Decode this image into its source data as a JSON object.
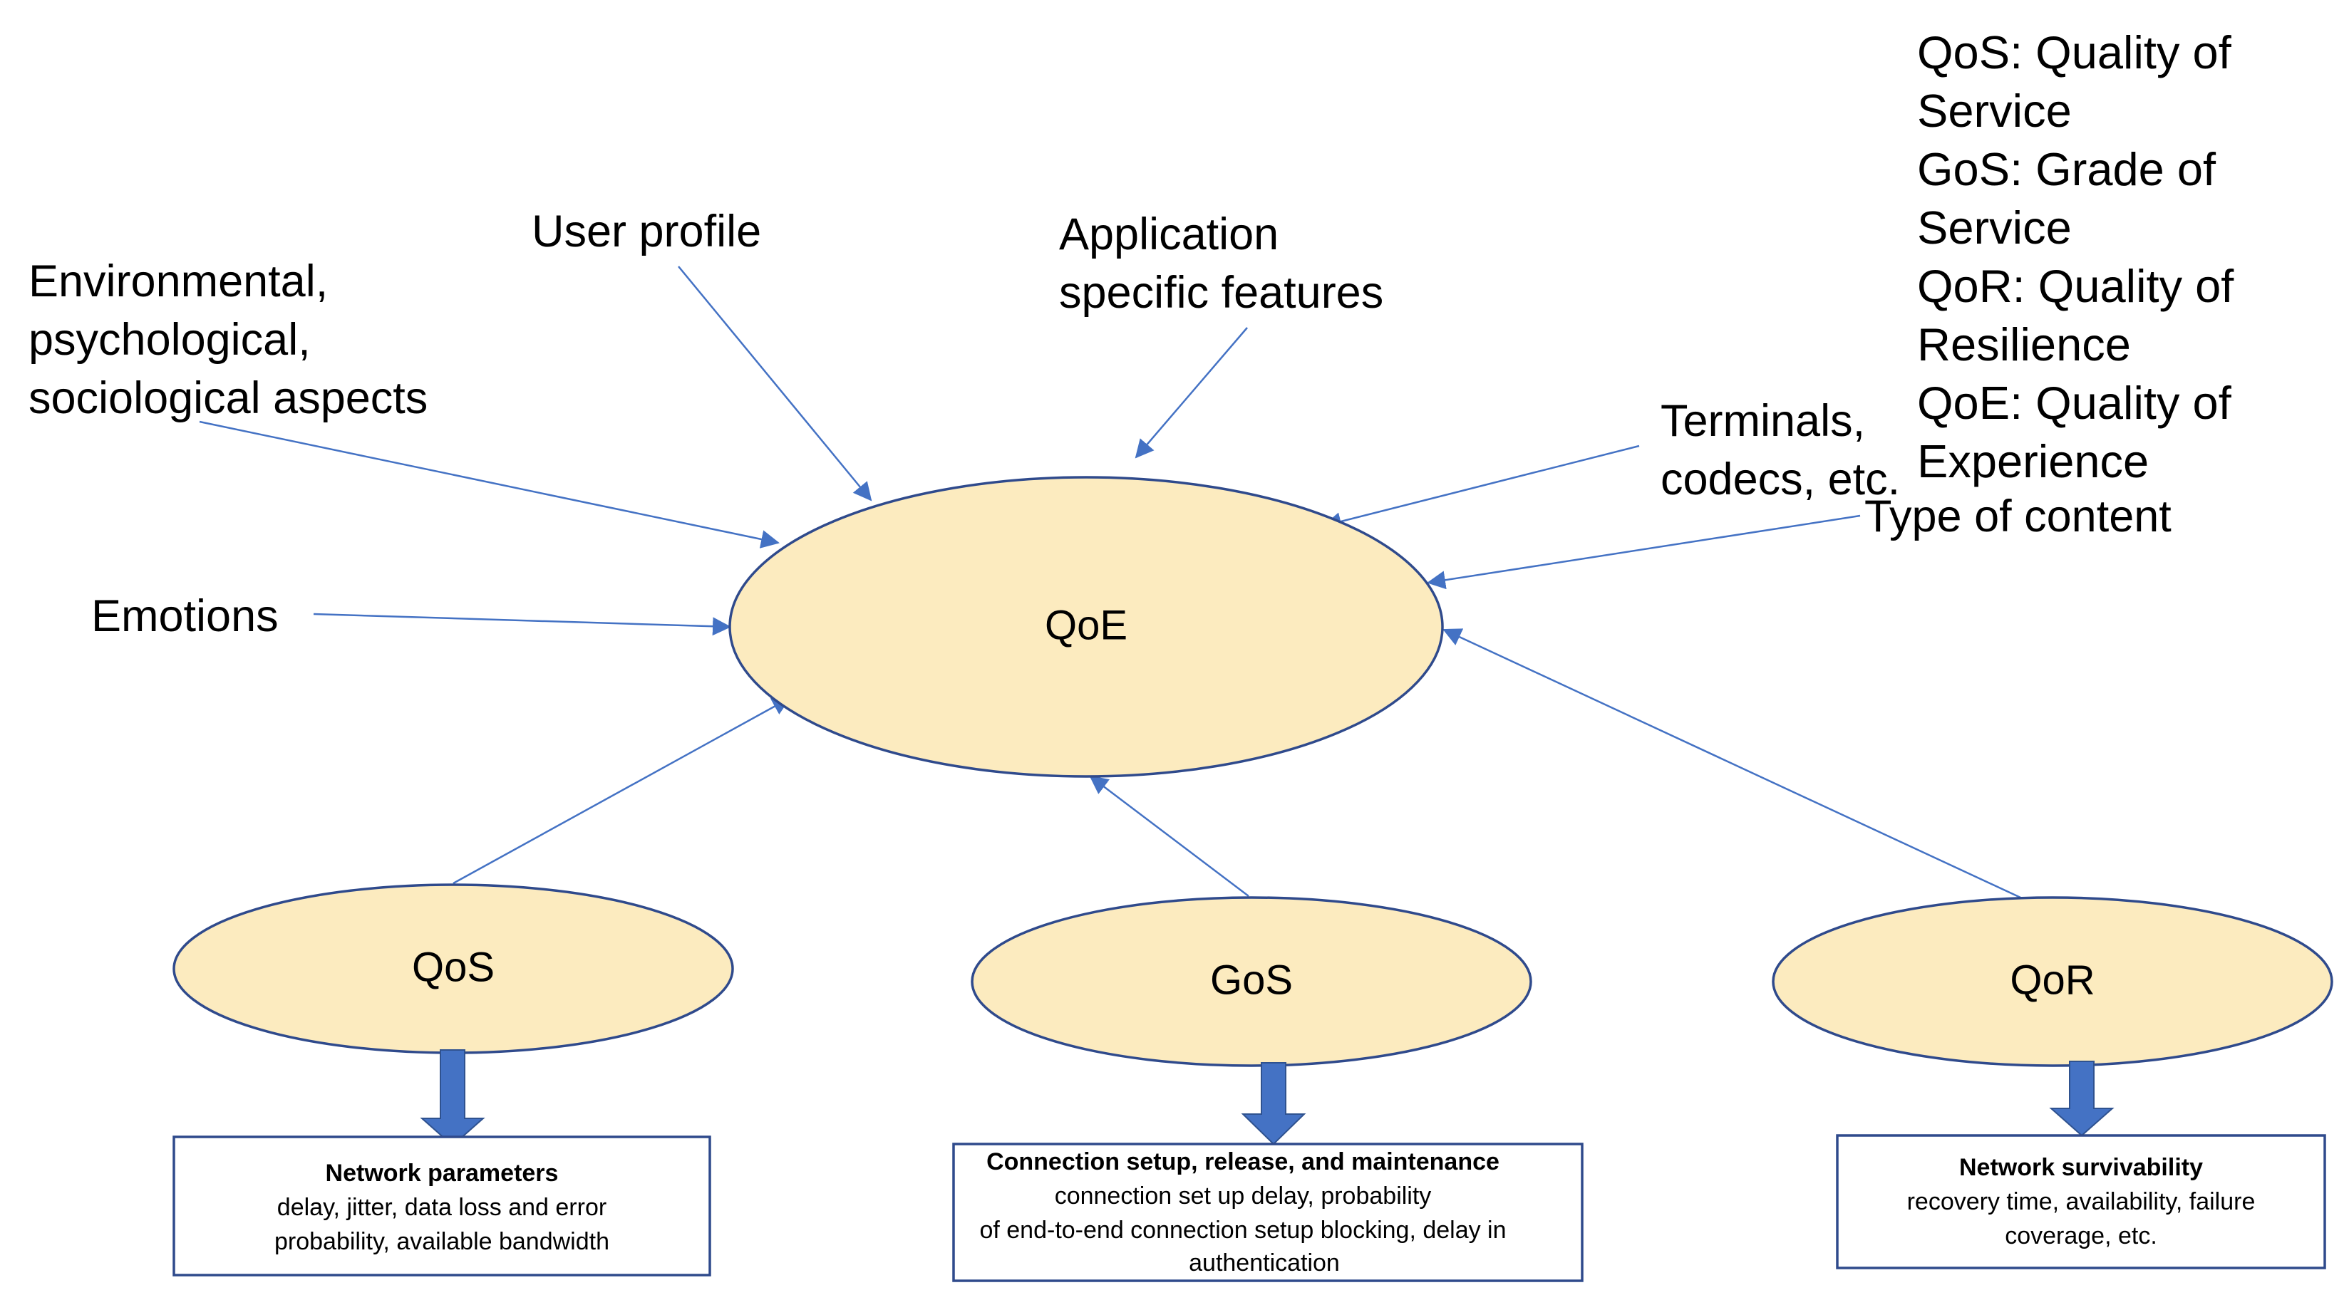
{
  "colors": {
    "ellipse_fill": "#FCEBBF",
    "ellipse_stroke": "#2F4A8C",
    "line": "#4472C4",
    "block_arrow": "#4472C4",
    "block_arrow_edge": "#2F528F",
    "box_stroke": "#2F4A8C"
  },
  "center": {
    "label": "QoE"
  },
  "factors": {
    "environmental": [
      "Environmental,",
      "psychological,",
      "sociological aspects"
    ],
    "user_profile": [
      "User profile"
    ],
    "application": [
      "Application",
      "specific features"
    ],
    "terminals": [
      "Terminals,",
      "codecs, etc."
    ],
    "content": [
      "Type of content"
    ],
    "emotions": [
      "Emotions"
    ]
  },
  "legend": [
    "QoS: Quality of",
    "Service",
    "GoS: Grade of",
    "Service",
    "QoR: Quality of",
    "Resilience",
    "QoE: Quality of",
    "Experience"
  ],
  "nodes": {
    "qos": {
      "label": "QoS",
      "box_title": "Network parameters",
      "box_lines": [
        "delay, jitter, data loss and error",
        "probability, available bandwidth"
      ]
    },
    "gos": {
      "label": "GoS",
      "box_title": "Connection setup, release, and maintenance",
      "box_lines": [
        "connection set up delay, probability",
        "of end-to-end connection setup blocking, delay in",
        "authentication"
      ]
    },
    "qor": {
      "label": "QoR",
      "box_title": "Network survivability",
      "box_lines": [
        "recovery time, availability, failure",
        "coverage, etc."
      ]
    }
  }
}
